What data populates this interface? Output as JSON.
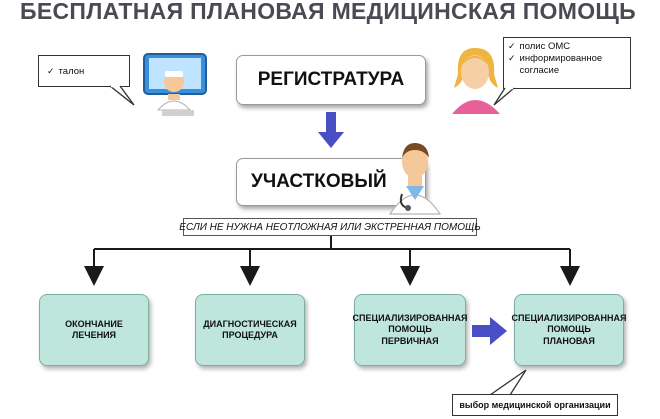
{
  "title": "БЕСПЛАТНАЯ ПЛАНОВАЯ МЕДИЦИНСКАЯ ПОМОЩЬ",
  "nodes": {
    "registratura": "РЕГИСТРАТУРА",
    "uchastkovy": "УЧАСТКОВЫЙ",
    "condition": "ЕСЛИ НЕ НУЖНА НЕОТЛОЖНАЯ ИЛИ ЭКСТРЕННАЯ ПОМОЩЬ",
    "outcomes": [
      {
        "line1": "ОКОНЧАНИЕ",
        "line2": "ЛЕЧЕНИЯ",
        "line3": ""
      },
      {
        "line1": "ДИАГНОСТИЧЕСКАЯ",
        "line2": "ПРОЦЕДУРА",
        "line3": ""
      },
      {
        "line1": "СПЕЦИАЛИЗИРОВАННАЯ",
        "line2": "ПОМОЩЬ",
        "line3": "ПЕРВИЧНАЯ"
      },
      {
        "line1": "СПЕЦИАЛИЗИРОВАННАЯ",
        "line2": "ПОМОЩЬ",
        "line3": "ПЛАНОВАЯ"
      }
    ]
  },
  "callouts": {
    "talon": {
      "check": "✓",
      "text": "талон"
    },
    "documents": [
      {
        "check": "✓",
        "text": "полис ОМС"
      },
      {
        "check": "✓",
        "text": "информированное согласие"
      }
    ],
    "org_choice": "выбор медицинской организации"
  },
  "colors": {
    "title": "#4a4a52",
    "arrow": "#4a4ec4",
    "green_box": "#bfe6dc",
    "connector": "#1a1a1a"
  },
  "icons": [
    "computer-doctor-icon",
    "patient-woman-icon",
    "doctor-icon"
  ]
}
